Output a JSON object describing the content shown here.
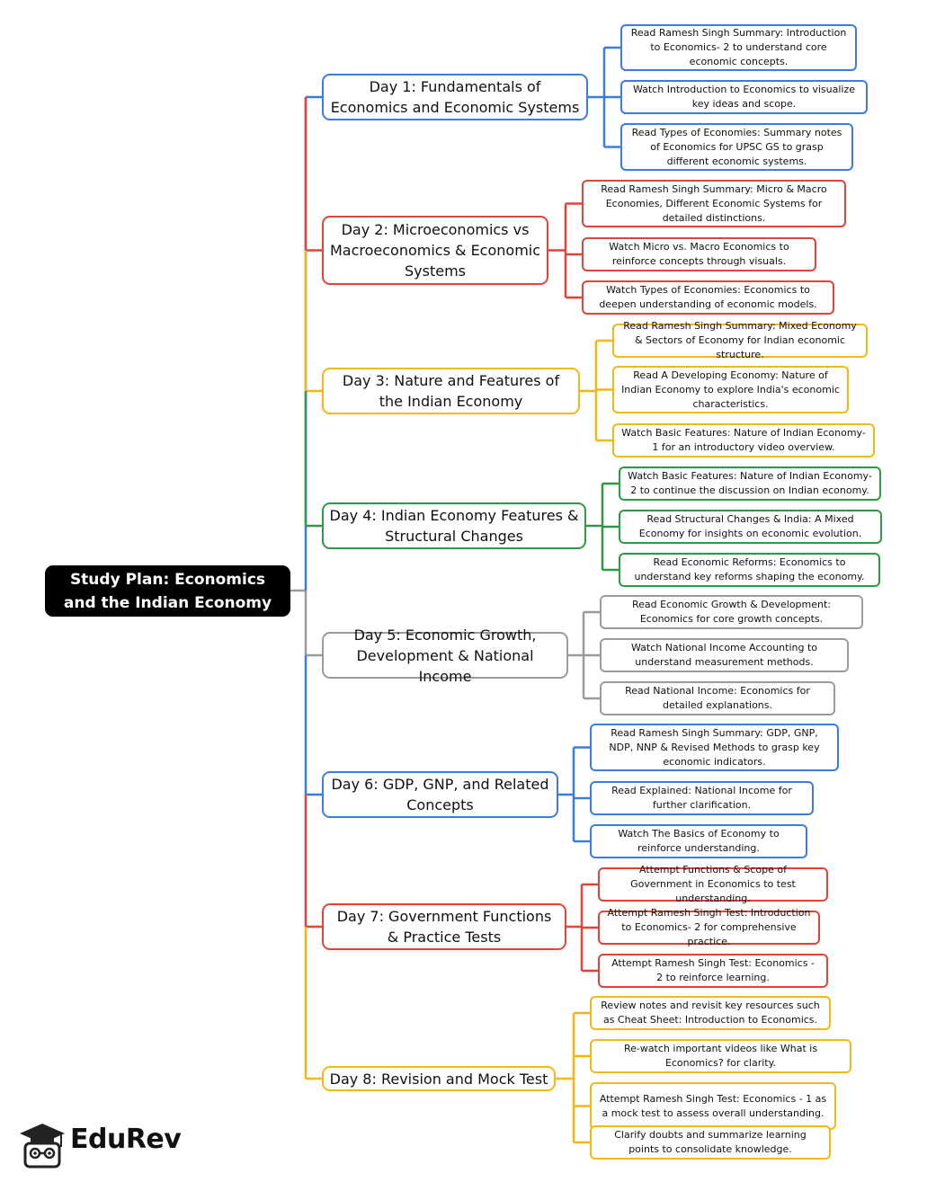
{
  "root": {
    "label": "Study Plan: Economics and the Indian Economy"
  },
  "brand": {
    "name": "EduRev",
    "icon": "graduation-cap-mascot-icon"
  },
  "colors": {
    "blue": "#3a7de0",
    "red": "#e0443b",
    "yellow": "#f2b818",
    "green": "#2e9a46",
    "gray": "#9b9b9b",
    "root": "#000000"
  },
  "days": [
    {
      "label": "Day 1: Fundamentals of Economics and Economic Systems",
      "color": "blue",
      "items": [
        "Read Ramesh Singh Summary: Introduction to Economics- 2 to understand core economic concepts.",
        "Watch Introduction to Economics to visualize key ideas and scope.",
        "Read Types of Economies: Summary notes of Economics for UPSC GS to grasp different economic systems."
      ]
    },
    {
      "label": "Day 2: Microeconomics vs Macroeconomics & Economic Systems",
      "color": "red",
      "items": [
        "Read Ramesh Singh Summary: Micro & Macro Economies, Different Economic Systems for detailed distinctions.",
        "Watch Micro vs. Macro Economics to reinforce concepts through visuals.",
        "Watch Types of Economies: Economics to deepen understanding of economic models."
      ]
    },
    {
      "label": "Day 3: Nature and Features of the Indian Economy",
      "color": "yellow",
      "items": [
        "Read Ramesh Singh Summary: Mixed Economy & Sectors of Economy for Indian economic structure.",
        "Read A Developing Economy: Nature of Indian Economy to explore India's economic characteristics.",
        "Watch Basic Features: Nature of Indian Economy- 1 for an introductory video overview."
      ]
    },
    {
      "label": "Day 4: Indian Economy Features & Structural Changes",
      "color": "green",
      "items": [
        "Watch Basic Features: Nature of Indian Economy- 2 to continue the discussion on Indian economy.",
        "Read Structural Changes & India: A Mixed Economy for insights on economic evolution.",
        "Read Economic Reforms: Economics to understand key reforms shaping the economy."
      ]
    },
    {
      "label": "Day 5: Economic Growth, Development & National Income",
      "color": "gray",
      "items": [
        "Read Economic Growth & Development: Economics for core growth concepts.",
        "Watch National Income Accounting to understand measurement methods.",
        "Read National Income: Economics for detailed explanations."
      ]
    },
    {
      "label": "Day 6: GDP, GNP, and Related Concepts",
      "color": "blue",
      "items": [
        "Read Ramesh Singh Summary: GDP, GNP, NDP, NNP & Revised Methods to grasp key economic indicators.",
        "Read Explained: National Income for further clarification.",
        "Watch The Basics of Economy to reinforce understanding."
      ]
    },
    {
      "label": "Day 7: Government Functions & Practice Tests",
      "color": "red",
      "items": [
        "Attempt Functions & Scope of Government in Economics to test understanding.",
        "Attempt Ramesh Singh Test: Introduction to Economics- 2 for comprehensive practice.",
        "Attempt Ramesh Singh Test: Economics - 2 to reinforce learning."
      ]
    },
    {
      "label": "Day 8: Revision and Mock Test",
      "color": "yellow",
      "items": [
        "Review notes and revisit key resources such as Cheat Sheet: Introduction to Economics.",
        "Re-watch important videos like What is Economics? for clarity.",
        "Attempt Ramesh Singh Test: Economics - 1 as a mock test to assess overall understanding.",
        "Clarify doubts and summarize learning points to consolidate knowledge."
      ]
    }
  ]
}
